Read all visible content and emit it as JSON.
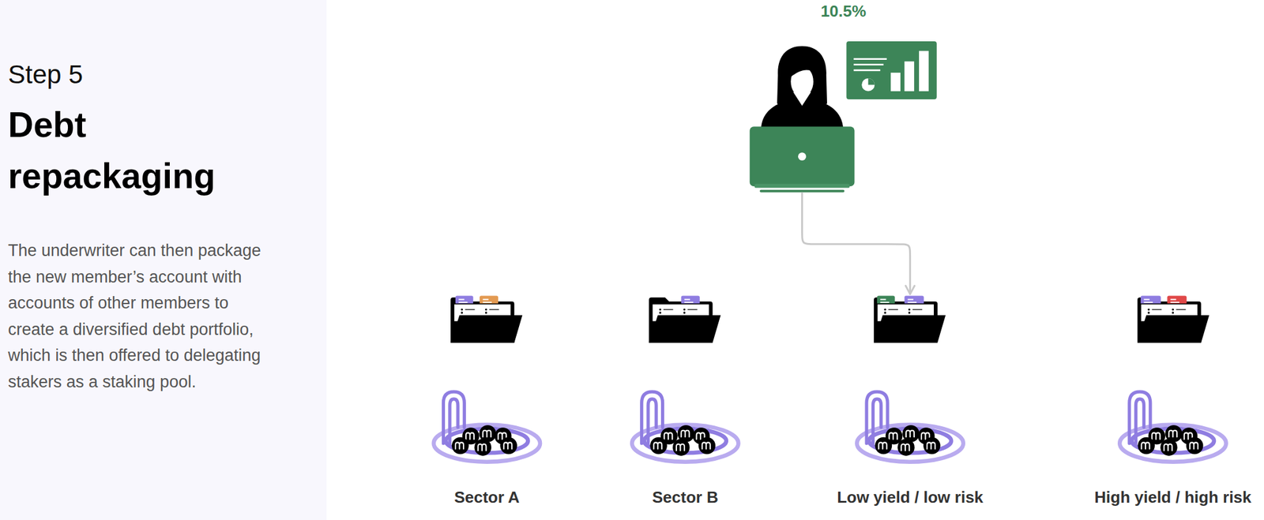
{
  "diagram": {
    "title": "Debt repackaging",
    "caption": "The underwriter can then package the new member’s account with accounts of other members to create a diversified debt portfolio, which is then offered to delegating stakers as a staking pool.",
    "nodes": [
      {
        "text": [
          "10.5%"
        ]
      },
      {
        "text": [
          "Sector A"
        ]
      },
      {
        "text": [
          "Sector B"
        ]
      },
      {
        "text": [
          "Low yield / low risk"
        ]
      },
      {
        "text": [
          "High yield / high risk"
        ]
      }
    ],
    "edges": [
      {
        "from": 0,
        "to": 3,
        "arrow": "to"
      }
    ],
    "labels": [
      "Step 5"
    ]
  }
}
